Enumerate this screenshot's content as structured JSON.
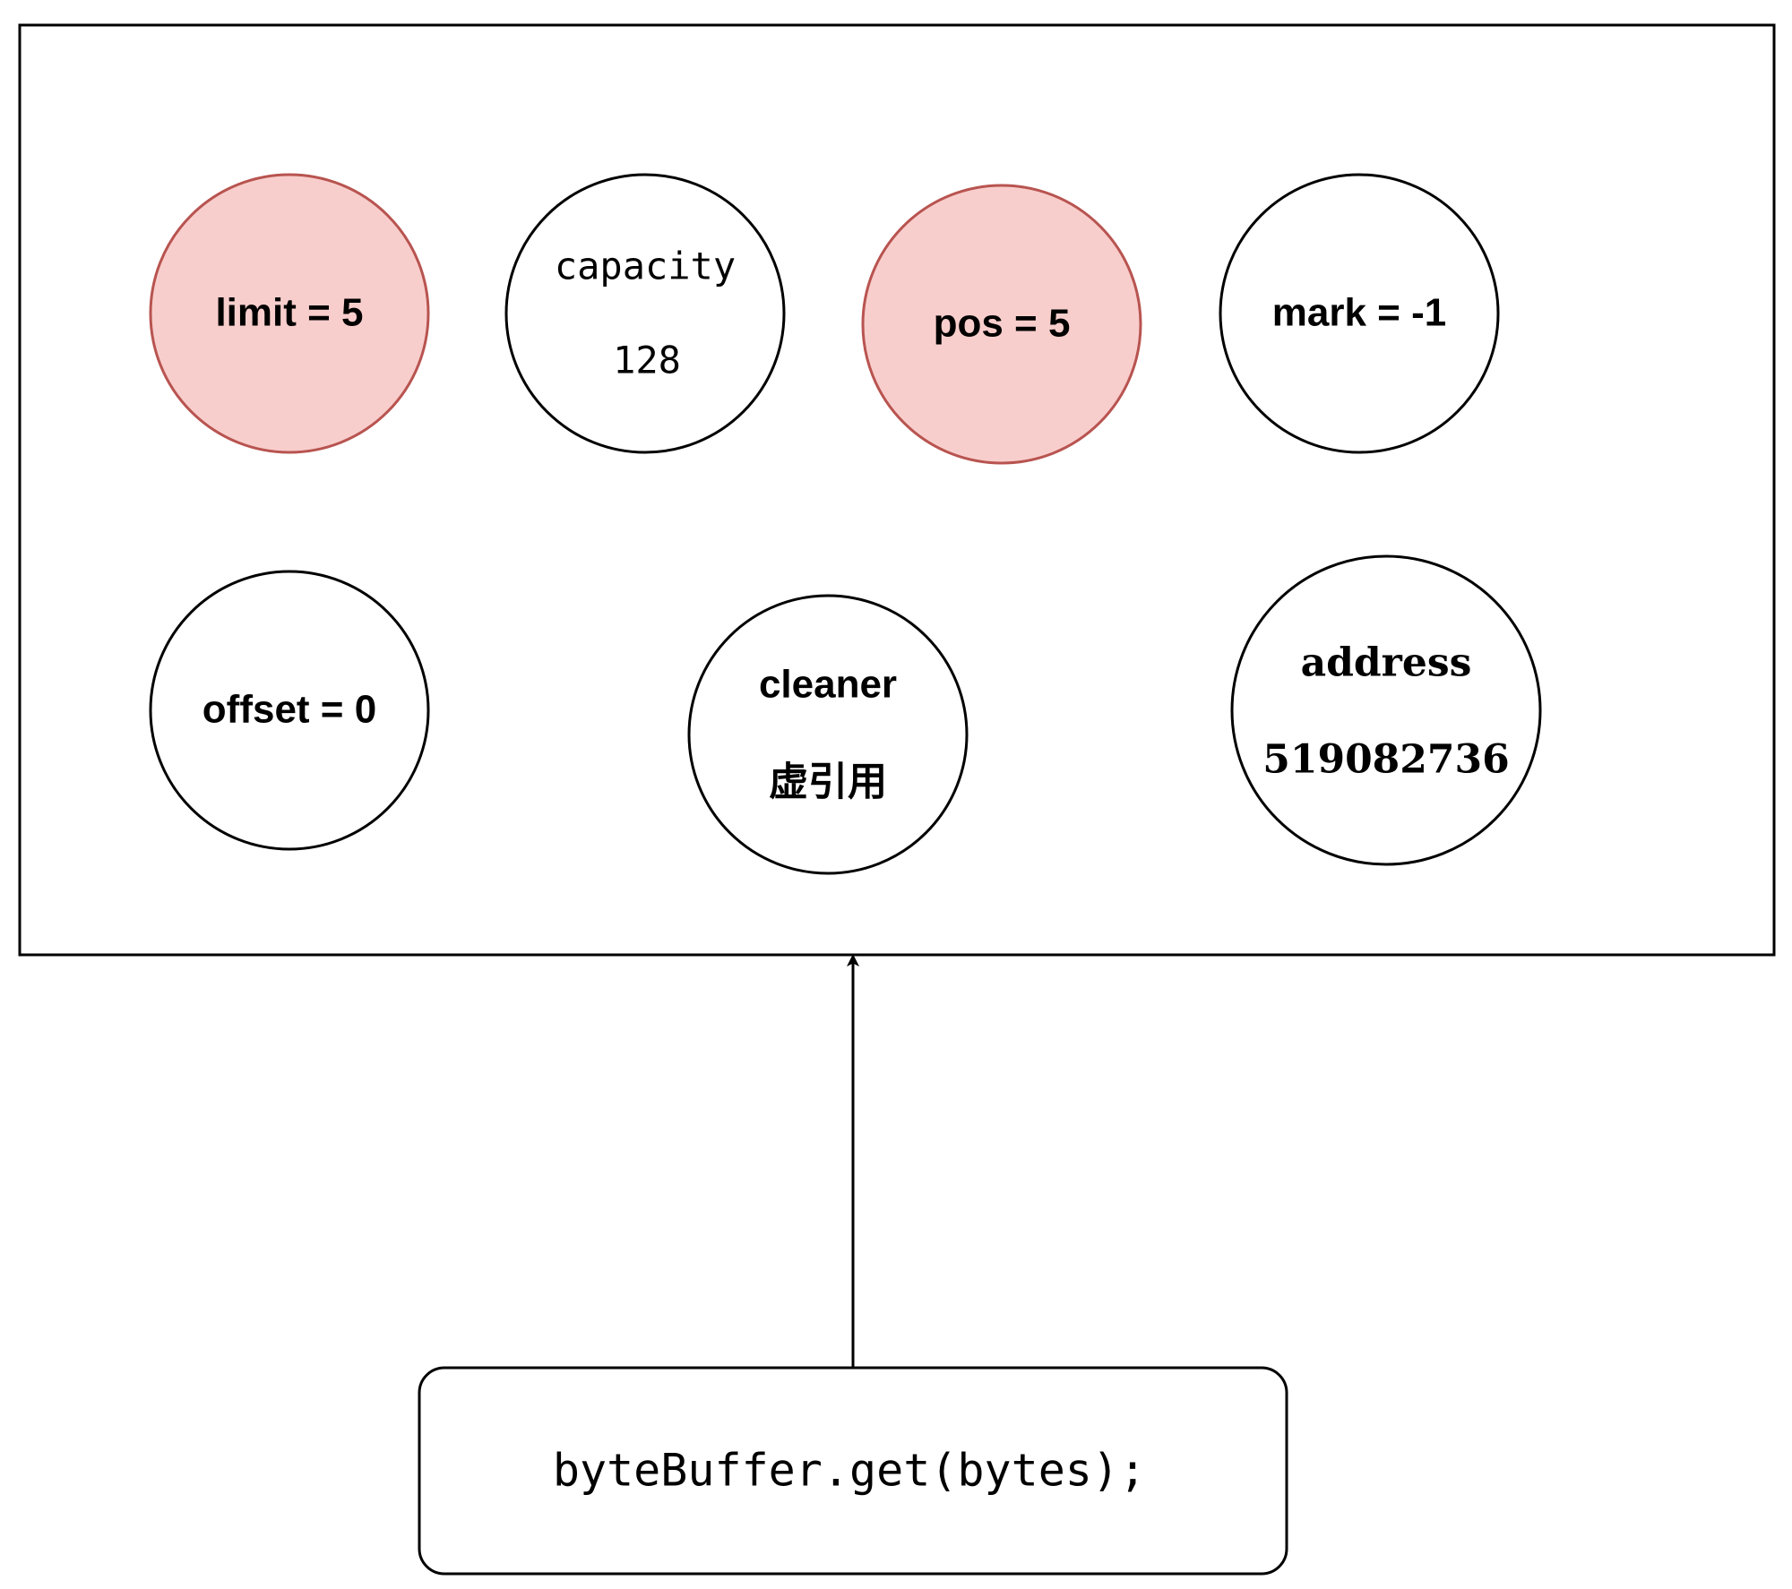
{
  "colors": {
    "highlight_fill": "#f8cecc",
    "highlight_stroke": "#b85450",
    "purple_text": "#8e1a9e",
    "dark_navy_text": "#0d0d2b",
    "stroke": "#000000"
  },
  "fields": {
    "limit": "limit = 5",
    "capacity_name": "capacity",
    "capacity_value": "128",
    "pos": "pos = 5",
    "mark": "mark = -1",
    "offset": "offset = 0",
    "cleaner_name": "cleaner",
    "cleaner_value": "虚引用",
    "address_name": "address",
    "address_value": "519082736"
  },
  "code": {
    "call": "byteBuffer.get(bytes);"
  }
}
